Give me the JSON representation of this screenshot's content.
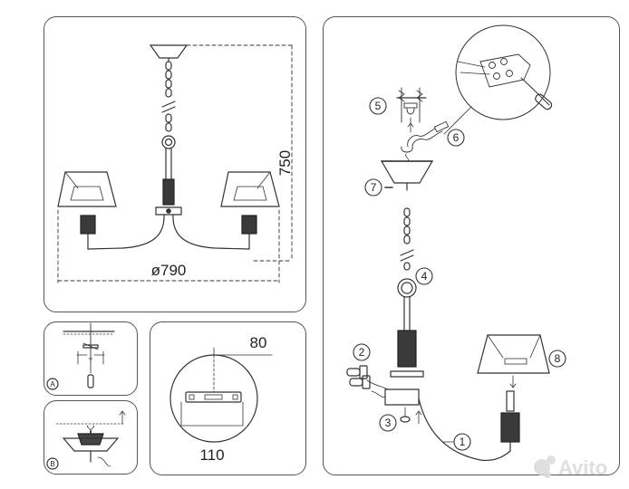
{
  "dimensions": {
    "height": "750",
    "diameter": "ø790",
    "plate_height": "80",
    "plate_width": "110"
  },
  "detail_labels": {
    "a": "A",
    "b": "B"
  },
  "callouts": [
    "1",
    "2",
    "3",
    "4",
    "5",
    "6",
    "7",
    "8"
  ],
  "watermark": "Avito",
  "colors": {
    "line": "#333333",
    "panel_border": "#555555",
    "crystal": "#3a3a3a"
  }
}
